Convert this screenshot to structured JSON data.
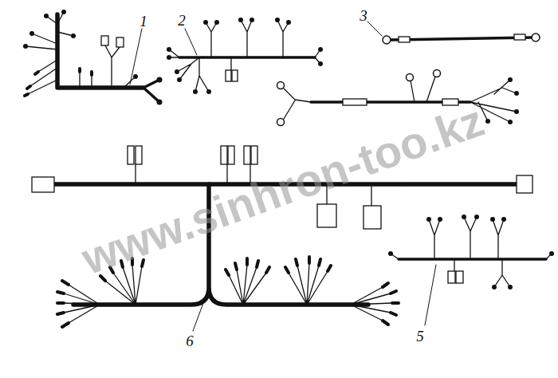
{
  "diagram": {
    "labels": [
      "1",
      "2",
      "3",
      "5",
      "6",
      "www.sinhron-too.kz"
    ]
  }
}
